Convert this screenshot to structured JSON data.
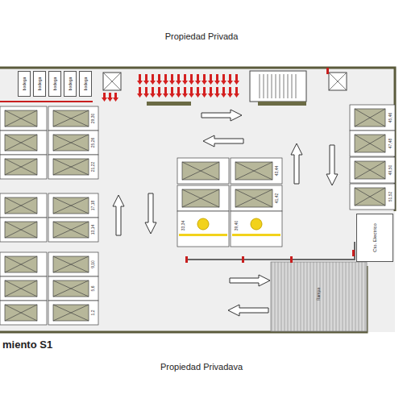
{
  "diagram": {
    "title": "miento S1",
    "nodes": [
      {
        "text": [
          "bodega"
        ]
      },
      {
        "text": [
          "bodega"
        ]
      },
      {
        "text": [
          "bodega"
        ]
      },
      {
        "text": [
          "bodega"
        ]
      },
      {
        "text": [
          "bodega"
        ]
      },
      {
        "text": [
          "Cto. Electrico"
        ]
      }
    ],
    "labels": [
      "Propiedad Privada",
      "Propiedad Privadava",
      "29,30",
      "25,26",
      "21,22",
      "17,18",
      "13,14",
      "9,10",
      "5,6",
      "1,2",
      "43,44",
      "41,42",
      "33,34",
      "39,40",
      "45,46",
      "47,48",
      "49,50",
      "51,52",
      "Rampa"
    ]
  }
}
